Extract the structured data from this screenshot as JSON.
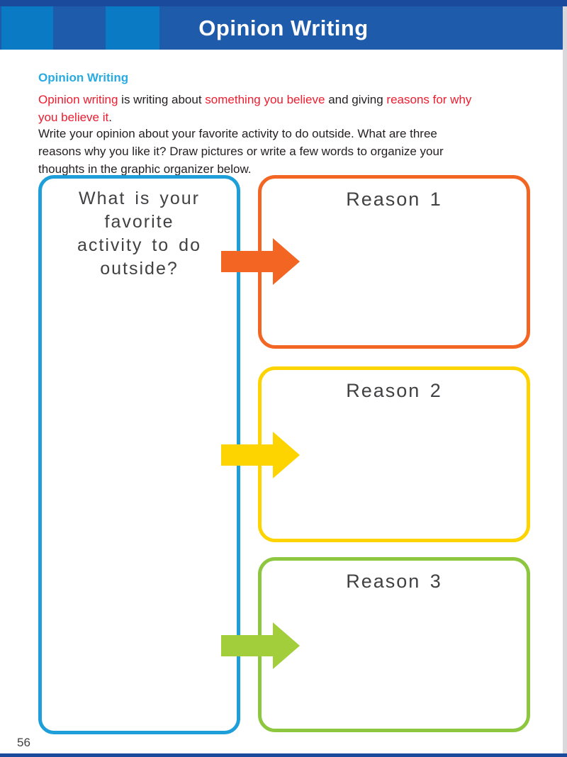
{
  "header": {
    "title": "Opinion Writing"
  },
  "lesson": {
    "heading": "Opinion Writing",
    "definition": {
      "line1_segments": [
        {
          "cls": "red",
          "text": "Opinion writing"
        },
        {
          "cls": "dark",
          "text": " is writing about "
        },
        {
          "cls": "red",
          "text": "something you believe"
        },
        {
          "cls": "dark",
          "text": " and giving "
        },
        {
          "cls": "red",
          "text": "reasons for why"
        }
      ],
      "line2_segments": [
        {
          "cls": "red",
          "text": "you believe it"
        },
        {
          "cls": "dark",
          "text": "."
        }
      ]
    },
    "instructions_lines": [
      "Write your opinion about your favorite activity to do outside. What are three",
      "reasons why you like it? Draw pictures or write a few words to organize your",
      "thoughts in the graphic organizer below."
    ]
  },
  "organizer": {
    "prompt_box": {
      "lines": [
        "What is your favorite",
        "activity to do outside?"
      ]
    },
    "reasons": [
      {
        "label": "Reason 1"
      },
      {
        "label": "Reason 2"
      },
      {
        "label": "Reason 3"
      }
    ],
    "arrow_icon": "right-arrow"
  },
  "page_number": "56",
  "colors": {
    "top_strip_blue": "#1a4a9c",
    "header_blue": "#1e5cab",
    "header_light_blue": "#0b7ac4",
    "footer_blue": "#1a4a9c",
    "cyan_heading": "#29abe2",
    "cyan_border": "#1f9fd9",
    "red": "#ed1c2e",
    "ink": "#231f20",
    "pencil_gray": "#414042",
    "orange": "#f26522",
    "yellow": "#fdd400",
    "green": "#8dc63f",
    "green_arrow": "#a2ce3b",
    "edge_gray": "#d8d8dd"
  }
}
